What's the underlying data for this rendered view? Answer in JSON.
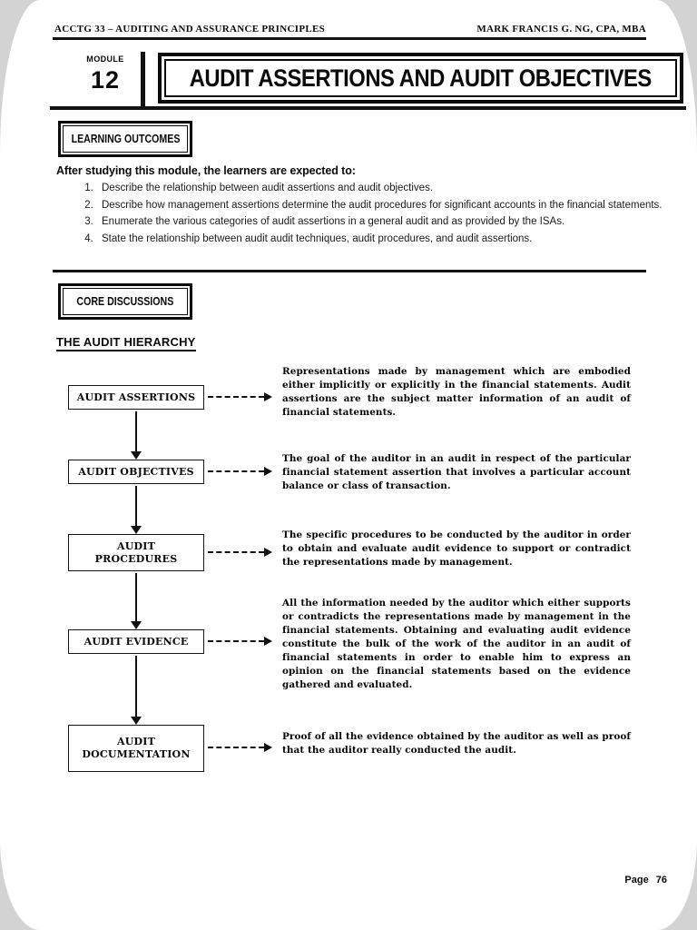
{
  "header": {
    "course": "ACCTG 33 – AUDITING AND ASSURANCE PRINCIPLES",
    "author": "MARK FRANCIS G. NG, CPA, MBA"
  },
  "module": {
    "label": "MODULE",
    "number": "12",
    "title": "AUDIT ASSERTIONS AND AUDIT OBJECTIVES"
  },
  "learning_outcomes": {
    "heading": "LEARNING OUTCOMES",
    "intro": "After studying this module, the learners are expected to:",
    "items": [
      "Describe the relationship between audit assertions and audit objectives.",
      "Describe how management assertions determine the audit procedures for significant accounts in the financial statements.",
      "Enumerate the various categories of audit assertions in a general audit and as provided by the ISAs.",
      "State the relationship between audit audit techniques, audit procedures, and audit assertions."
    ]
  },
  "core_discussions": {
    "heading": "CORE DISCUSSIONS",
    "section_title": "THE AUDIT HIERARCHY"
  },
  "hierarchy": {
    "nodes": [
      {
        "label": "AUDIT ASSERTIONS",
        "description": "Representations made by management which are embodied either implicitly or explicitly in the financial statements. Audit assertions are the subject matter information of an audit of financial statements."
      },
      {
        "label": "AUDIT OBJECTIVES",
        "description": "The goal of the auditor in an audit in respect of the particular financial statement assertion that involves a particular account balance or class of transaction."
      },
      {
        "label": "AUDIT PROCEDURES",
        "description": "The specific procedures to be conducted by the auditor in order to obtain and evaluate audit evidence to support or contradict the representations made by management."
      },
      {
        "label": "AUDIT EVIDENCE",
        "description": "All the information needed by the auditor which either supports or contradicts the representations made by management in the financial statements. Obtaining and evaluating audit evidence constitute the bulk of the work of the auditor in an audit of financial statements in order to enable him to express an opinion on the financial statements based on the evidence gathered and evaluated."
      },
      {
        "label": "AUDIT DOCUMENTATION",
        "description": "Proof of all the evidence obtained by the auditor as well as proof that the auditor really conducted the audit."
      }
    ]
  },
  "footer": {
    "page_label": "Page 76"
  }
}
